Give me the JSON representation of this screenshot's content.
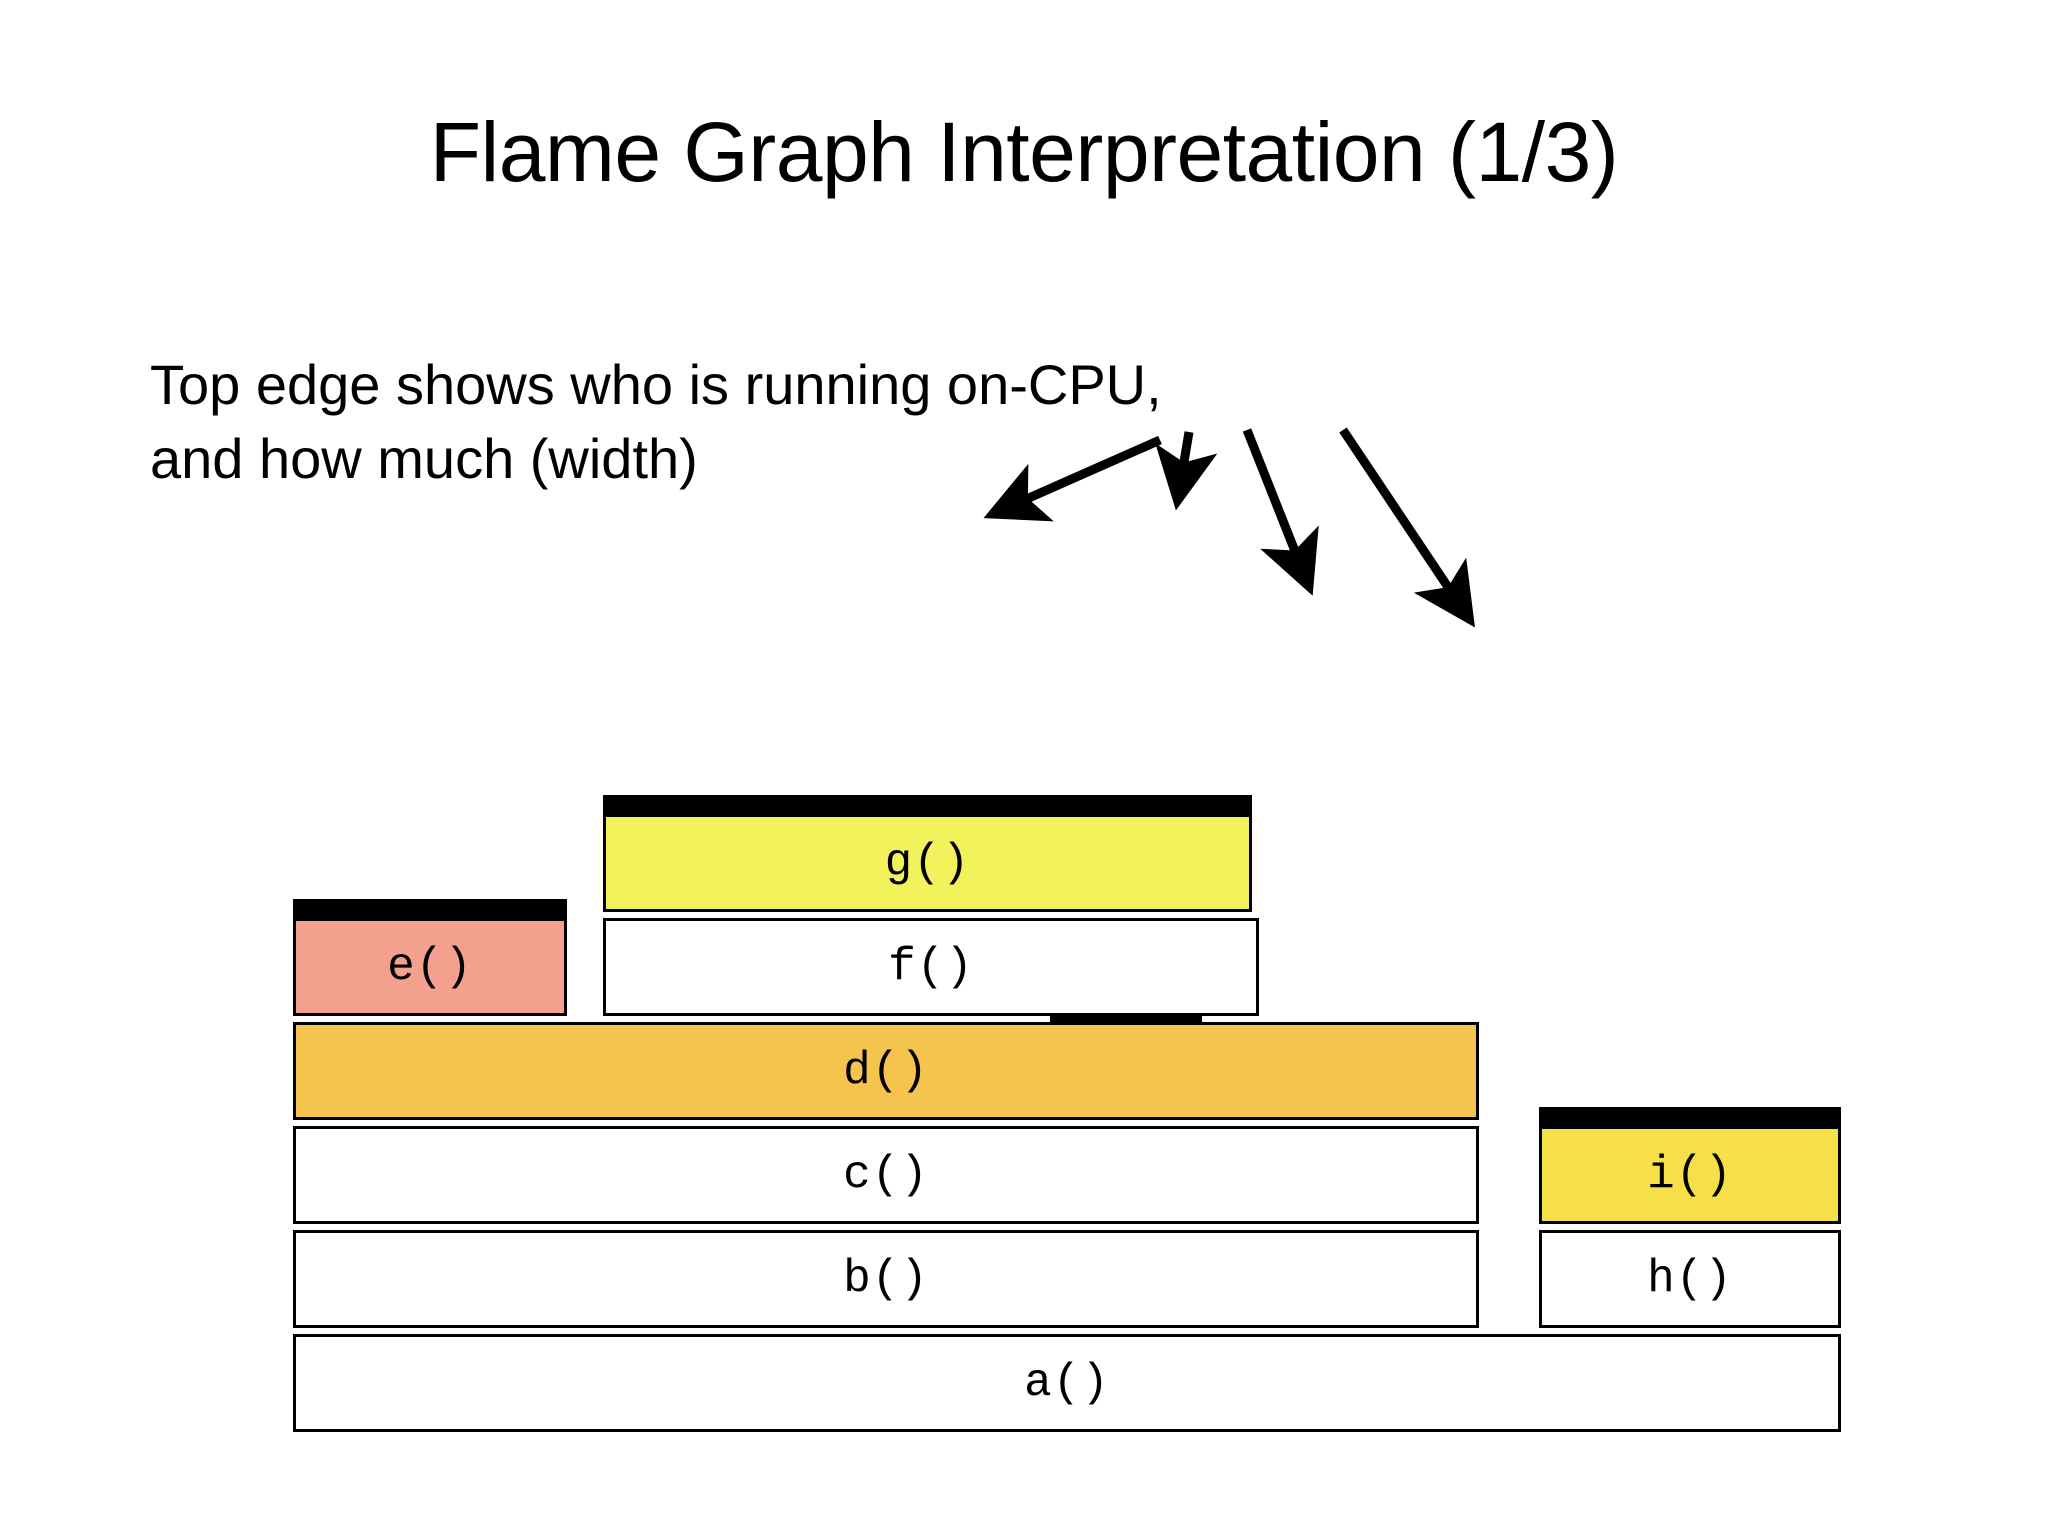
{
  "slide": {
    "title": "Flame Graph Interpretation (1/3)",
    "caption_lines": [
      "Top edge shows who is running on-CPU,",
      "and how much (width)"
    ]
  },
  "colors": {
    "background": "#ffffff",
    "stroke": "#000000",
    "text": "#000000",
    "frame_default": "#ffffff",
    "frame_g": "#f2f25c",
    "frame_e": "#f4a08f",
    "frame_d": "#f5c44e",
    "frame_i": "#f5e04a",
    "top_edge": "#000000"
  },
  "chart_data": {
    "type": "flame-graph",
    "title": "Flame Graph Interpretation (1/3)",
    "note": "Top edge shows who is running on-CPU, and how much (width)",
    "depth_levels": 6,
    "frames": [
      {
        "label": "a()",
        "depth": 0,
        "x": 0.0,
        "width": 1.0,
        "fill": "#ffffff",
        "on_cpu_top_edge": false,
        "top_edge_x": 0.0,
        "top_edge_width": 0.0
      },
      {
        "label": "b()",
        "depth": 1,
        "x": 0.0,
        "width": 0.766,
        "fill": "#ffffff",
        "on_cpu_top_edge": false,
        "top_edge_x": 0.0,
        "top_edge_width": 0.0
      },
      {
        "label": "h()",
        "depth": 1,
        "x": 0.805,
        "width": 0.195,
        "fill": "#ffffff",
        "on_cpu_top_edge": false,
        "top_edge_x": 0.0,
        "top_edge_width": 0.0
      },
      {
        "label": "c()",
        "depth": 2,
        "x": 0.0,
        "width": 0.766,
        "fill": "#ffffff",
        "on_cpu_top_edge": false,
        "top_edge_x": 0.0,
        "top_edge_width": 0.0
      },
      {
        "label": "i()",
        "depth": 2,
        "x": 0.805,
        "width": 0.195,
        "fill": "#f5e04a",
        "on_cpu_top_edge": true,
        "top_edge_x": 0.0,
        "top_edge_width": 1.0
      },
      {
        "label": "d()",
        "depth": 3,
        "x": 0.0,
        "width": 0.766,
        "fill": "#f5c44e",
        "on_cpu_top_edge": true,
        "top_edge_x": 0.638,
        "top_edge_width": 0.128
      },
      {
        "label": "e()",
        "depth": 4,
        "x": 0.0,
        "width": 0.177,
        "fill": "#f4a08f",
        "on_cpu_top_edge": true,
        "top_edge_x": 0.0,
        "top_edge_width": 1.0
      },
      {
        "label": "f()",
        "depth": 4,
        "x": 0.2,
        "width": 0.424,
        "fill": "#ffffff",
        "on_cpu_top_edge": false,
        "top_edge_x": 0.0,
        "top_edge_width": 0.0
      },
      {
        "label": "g()",
        "depth": 5,
        "x": 0.2,
        "width": 0.419,
        "fill": "#f2f25c",
        "on_cpu_top_edge": true,
        "top_edge_x": 0.0,
        "top_edge_width": 1.0
      }
    ],
    "annotations": [
      {
        "name": "arrow-to-g",
        "from": [
          1160,
          440
        ],
        "to": [
          988,
          519
        ]
      },
      {
        "name": "arrow-to-f-right",
        "from": [
          1190,
          432
        ],
        "to": [
          1175,
          505
        ]
      },
      {
        "name": "arrow-to-d-edge",
        "from": [
          1248,
          430
        ],
        "to": [
          1312,
          592
        ]
      },
      {
        "name": "arrow-to-i",
        "from": [
          1345,
          430
        ],
        "to": [
          1475,
          625
        ]
      }
    ]
  }
}
